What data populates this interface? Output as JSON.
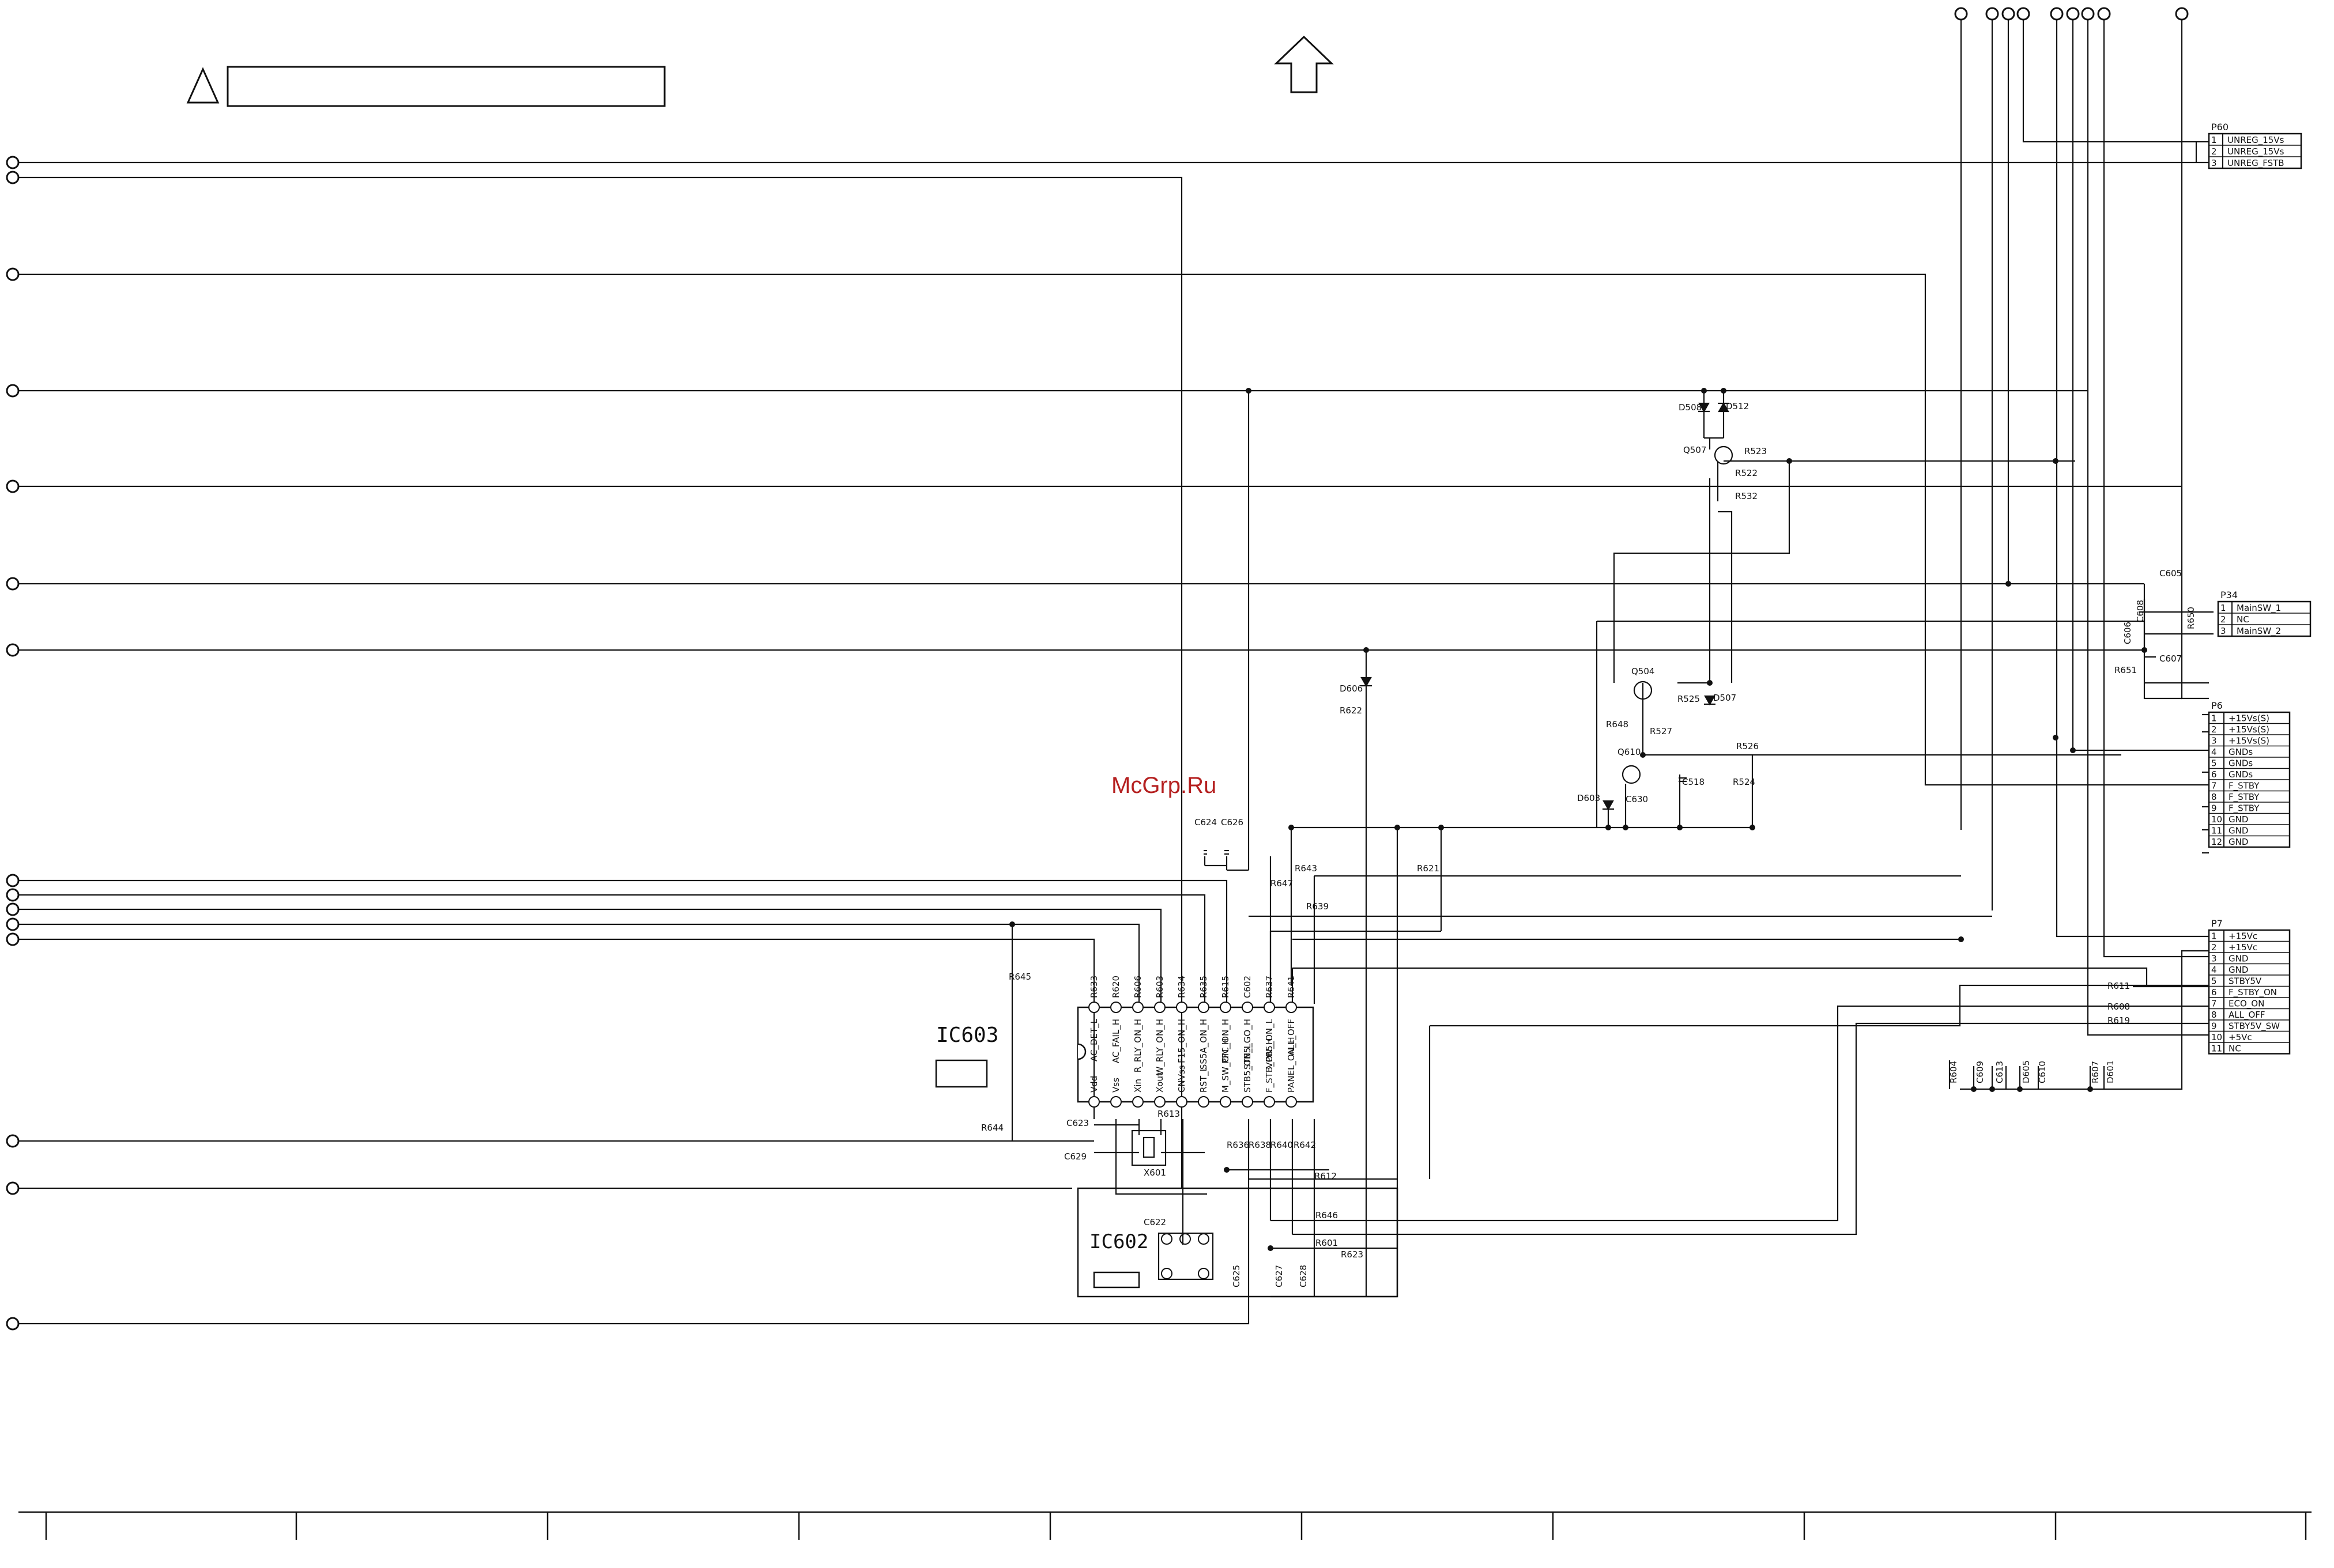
{
  "watermark": "McGrp.Ru",
  "chips": {
    "ic603": "IC603",
    "ic602": "IC602",
    "crystal": "X601"
  },
  "ic603_top_pins": [
    {
      "label": "AC_DET_L",
      "ref": "R633"
    },
    {
      "label": "AC_FAIL_H",
      "ref": "R620"
    },
    {
      "label": "R_RLY_ON_H",
      "ref": "R606"
    },
    {
      "label": "W_RLY_ON_H",
      "ref": "R603"
    },
    {
      "label": "F15_ON_H",
      "ref": "R634"
    },
    {
      "label": "SS5A_ON_H",
      "ref": "R635"
    },
    {
      "label": "PFC_ON_H",
      "ref": "R615"
    },
    {
      "label": "STB5_GO_H",
      "ref": "C602"
    },
    {
      "label": "VPB5_ON_L",
      "ref": "R637"
    },
    {
      "label": "ALL_OFF",
      "ref": "R641"
    }
  ],
  "ic603_bottom_pins": [
    {
      "label": "Vdd"
    },
    {
      "label": "Vss"
    },
    {
      "label": "Xin"
    },
    {
      "label": "Xout"
    },
    {
      "label": "CNVss"
    },
    {
      "label": "RST_L"
    },
    {
      "label": "M_SW_ON_H"
    },
    {
      "label": "STB5_ON_L"
    },
    {
      "label": "F_STB_ON_H"
    },
    {
      "label": "PANEL_ON_H"
    }
  ],
  "connectors": {
    "p60": {
      "title": "P60",
      "pins": [
        {
          "n": "1",
          "label": "UNREG_15Vs"
        },
        {
          "n": "2",
          "label": "UNREG_15Vs"
        },
        {
          "n": "3",
          "label": "UNREG_FSTB"
        }
      ]
    },
    "p34": {
      "title": "P34",
      "pins": [
        {
          "n": "1",
          "label": "MainSW_1"
        },
        {
          "n": "2",
          "label": "NC"
        },
        {
          "n": "3",
          "label": "MainSW_2"
        }
      ]
    },
    "p6": {
      "title": "P6",
      "pins": [
        {
          "n": "1",
          "label": "+15Vs(S)"
        },
        {
          "n": "2",
          "label": "+15Vs(S)"
        },
        {
          "n": "3",
          "label": "+15Vs(S)"
        },
        {
          "n": "4",
          "label": "GNDs"
        },
        {
          "n": "5",
          "label": "GNDs"
        },
        {
          "n": "6",
          "label": "GNDs"
        },
        {
          "n": "7",
          "label": "F_STBY"
        },
        {
          "n": "8",
          "label": "F_STBY"
        },
        {
          "n": "9",
          "label": "F_STBY"
        },
        {
          "n": "10",
          "label": "GND"
        },
        {
          "n": "11",
          "label": "GND"
        },
        {
          "n": "12",
          "label": "GND"
        }
      ]
    },
    "p7": {
      "title": "P7",
      "pins": [
        {
          "n": "1",
          "label": "+15Vc"
        },
        {
          "n": "2",
          "label": "+15Vc"
        },
        {
          "n": "3",
          "label": "GND"
        },
        {
          "n": "4",
          "label": "GND"
        },
        {
          "n": "5",
          "label": "STBY5V"
        },
        {
          "n": "6",
          "label": "F_STBY_ON"
        },
        {
          "n": "7",
          "label": "ECO_ON"
        },
        {
          "n": "8",
          "label": "ALL_OFF"
        },
        {
          "n": "9",
          "label": "STBY5V_SW"
        },
        {
          "n": "10",
          "label": "+5Vc"
        },
        {
          "n": "11",
          "label": "NC"
        }
      ]
    }
  },
  "parts": {
    "d508": "D508",
    "d512": "D512",
    "q507": "Q507",
    "r523": "R523",
    "r522": "R522",
    "r532": "R532",
    "c605": "C605",
    "c608": "C608",
    "c606": "C606",
    "r650": "R650",
    "c607": "C607",
    "r651": "R651",
    "d606": "D606",
    "r622": "R622",
    "q504": "Q504",
    "r525": "R525",
    "d507": "D507",
    "r648": "R648",
    "r527": "R527",
    "r526": "R526",
    "q610": "Q610",
    "c518": "C518",
    "r524": "R524",
    "d603": "D603",
    "c630": "C630",
    "c624": "C624",
    "c626": "C626",
    "r643": "R643",
    "r647": "R647",
    "r621": "R621",
    "r639": "R639",
    "r645": "R645",
    "r644": "R644",
    "c623": "C623",
    "c629": "C629",
    "r613": "R613",
    "r636": "R636",
    "r638": "R638",
    "r640": "R640",
    "r642": "R642",
    "r612": "R612",
    "c622": "C622",
    "r646": "R646",
    "r601": "R601",
    "r623": "R623",
    "c625": "C625",
    "c627": "C627",
    "c628": "C628",
    "r611": "R611",
    "r608": "R608",
    "r619": "R619",
    "r604": "R604",
    "c609": "C609",
    "c613": "C613",
    "d605": "D605",
    "c610": "C610",
    "r607": "R607",
    "d601": "D601"
  }
}
